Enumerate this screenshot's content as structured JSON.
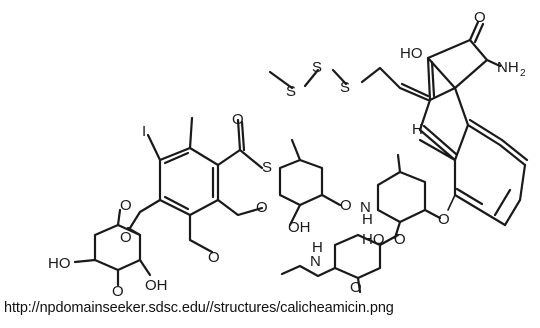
{
  "source_url": "http://npdomainseeker.sdsc.edu//structures/calicheamicin.png",
  "atoms": {
    "S": "S",
    "O": "O",
    "I": "I",
    "H": "H",
    "N": "N",
    "HO": "HO",
    "OH": "OH",
    "NH": "N",
    "NH_h": "H",
    "NH2_main": "NH",
    "NH2_sub": "2",
    "H_stereo": "H",
    "methyl_I": "I"
  }
}
